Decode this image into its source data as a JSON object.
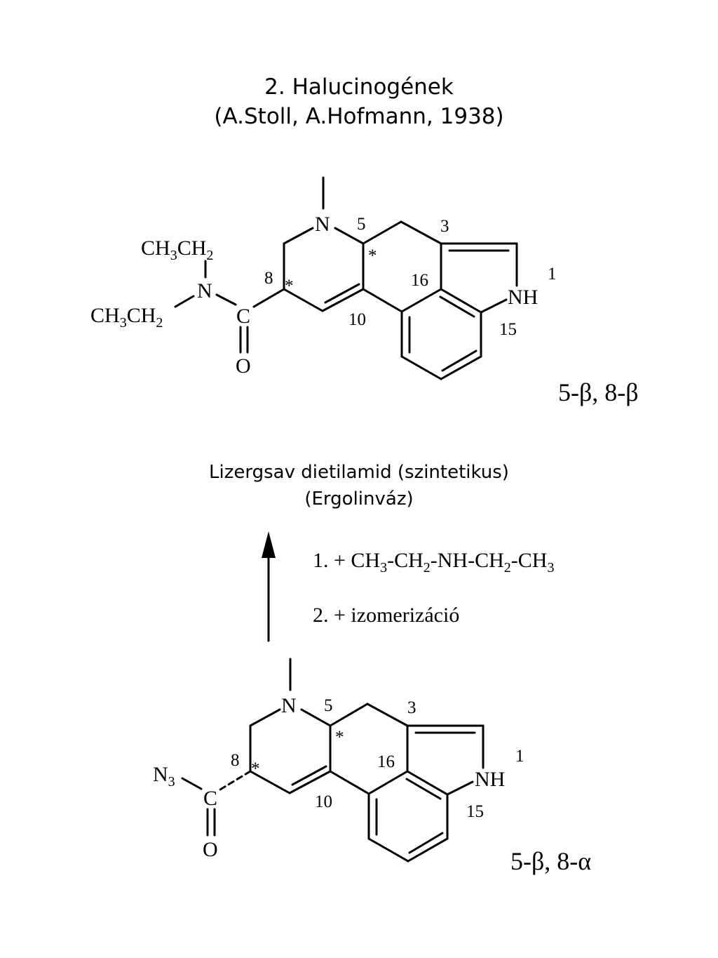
{
  "header": {
    "title": "2. Halucinogének",
    "subtitle": "(A.Stoll, A.Hofmann, 1938)"
  },
  "top_structure": {
    "atoms": {
      "n6": "N",
      "nh": "NH",
      "amide_n": "N",
      "carbonyl_c": "C",
      "carbonyl_o": "O",
      "ethyl_upper": {
        "a": "CH",
        "a_sub": "3",
        "b": "CH",
        "b_sub": "2"
      },
      "ethyl_lower": {
        "a": "CH",
        "a_sub": "3",
        "b": "CH",
        "b_sub": "2"
      }
    },
    "locants": {
      "l5": "5",
      "l3": "3",
      "l1": "1",
      "l8": "8",
      "l16": "16",
      "l10": "10",
      "l15": "15"
    },
    "stereo_marks": {
      "c5": "*",
      "c8": "*"
    },
    "configuration": "5-β, 8-β"
  },
  "middle": {
    "name": "Lizergsav dietilamid (szintetikus)",
    "skeleton": "(Ergolinváz)"
  },
  "reaction": {
    "step1": {
      "prefix": "1. + CH",
      "s1": "3",
      "t1": "-CH",
      "s2": "2",
      "t2": "-NH-CH",
      "s3": "2",
      "t3": "-CH",
      "s4": "3"
    },
    "step2": "2. + izomerizáció"
  },
  "bottom_structure": {
    "atoms": {
      "n6": "N",
      "nh": "NH",
      "azide": {
        "a": "N",
        "a_sub": "3"
      },
      "carbonyl_c": "C",
      "carbonyl_o": "O"
    },
    "locants": {
      "l5": "5",
      "l3": "3",
      "l1": "1",
      "l8": "8",
      "l16": "16",
      "l10": "10",
      "l15": "15"
    },
    "stereo_marks": {
      "c5": "*",
      "c8": "*"
    },
    "configuration": "5-β, 8-α"
  }
}
